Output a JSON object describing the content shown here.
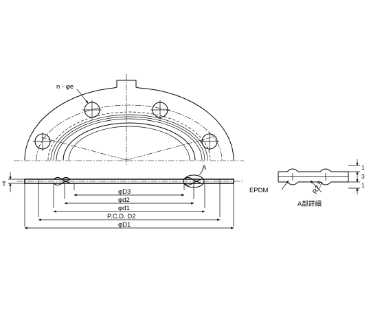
{
  "labels": {
    "hole_spec": "n - φe",
    "detail_marker": "A",
    "thickness": "T",
    "d3": "φD3",
    "d2_small": "φd2",
    "d1_small": "φd1",
    "pcd": "P.C.D. D2",
    "od": "φD1",
    "material": "EPDM",
    "radius": "R2.5",
    "detail_caption": "A部詳細",
    "dim_top": "1",
    "dim_mid": "3",
    "dim_bot": "1"
  }
}
